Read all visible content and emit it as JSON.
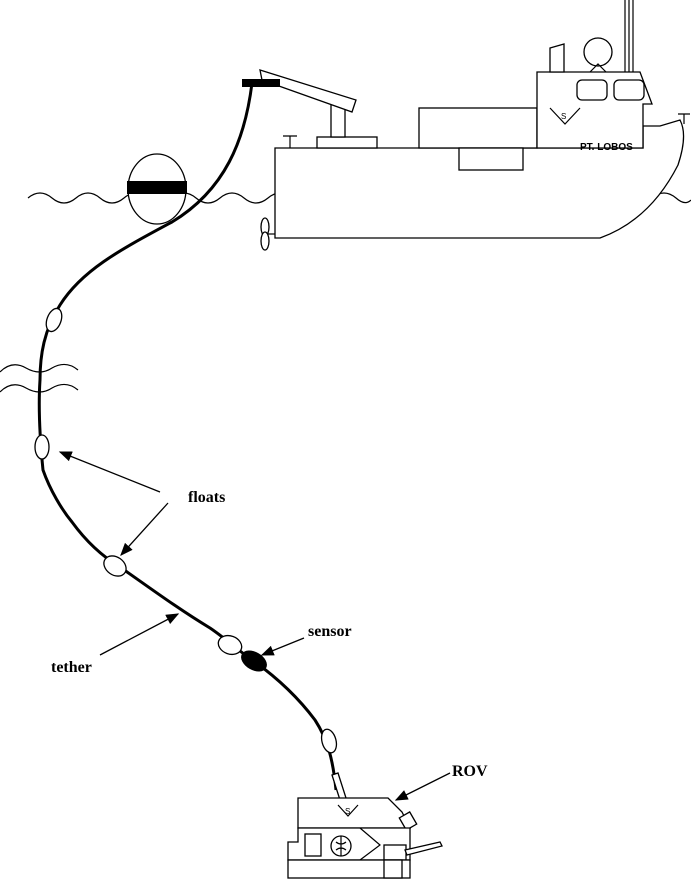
{
  "ship": {
    "name": "PT. LOBOS",
    "logo_glyph": "S"
  },
  "labels": {
    "floats": "floats",
    "tether": "tether",
    "sensor": "sensor",
    "rov": "ROV"
  },
  "rov": {
    "logo_glyph": "S"
  }
}
